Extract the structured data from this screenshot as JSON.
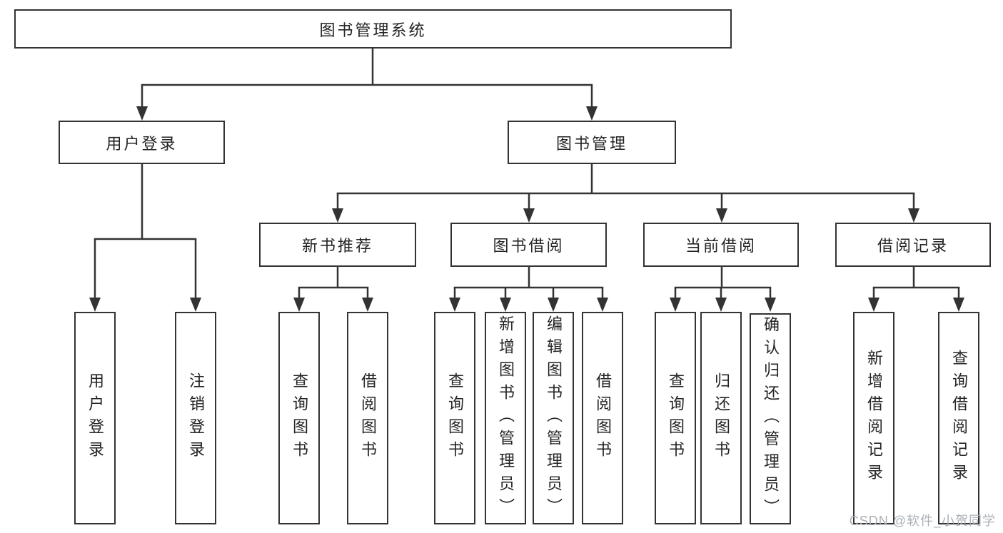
{
  "tree": {
    "root": {
      "label": "图书管理系统"
    },
    "children": [
      {
        "label": "用户登录",
        "children": [
          {
            "label": "用户登录"
          },
          {
            "label": "注销登录"
          }
        ]
      },
      {
        "label": "图书管理",
        "children": [
          {
            "label": "新书推荐",
            "children": [
              {
                "label": "查询图书"
              },
              {
                "label": "借阅图书"
              }
            ]
          },
          {
            "label": "图书借阅",
            "children": [
              {
                "label": "查询图书"
              },
              {
                "label": "新增图书（管理员）"
              },
              {
                "label": "编辑图书（管理员）"
              },
              {
                "label": "借阅图书"
              }
            ]
          },
          {
            "label": "当前借阅",
            "children": [
              {
                "label": "查询图书"
              },
              {
                "label": "归还图书"
              },
              {
                "label": "确认归还（管理员）"
              }
            ]
          },
          {
            "label": "借阅记录",
            "children": [
              {
                "label": "新增借阅记录"
              },
              {
                "label": "查询借阅记录"
              }
            ]
          }
        ]
      }
    ]
  },
  "watermark": "CSDN @软件_小贺同学",
  "colors": {
    "line": "#333333",
    "text": "#242424",
    "watermark": "#aab0b6",
    "background": "#ffffff"
  }
}
